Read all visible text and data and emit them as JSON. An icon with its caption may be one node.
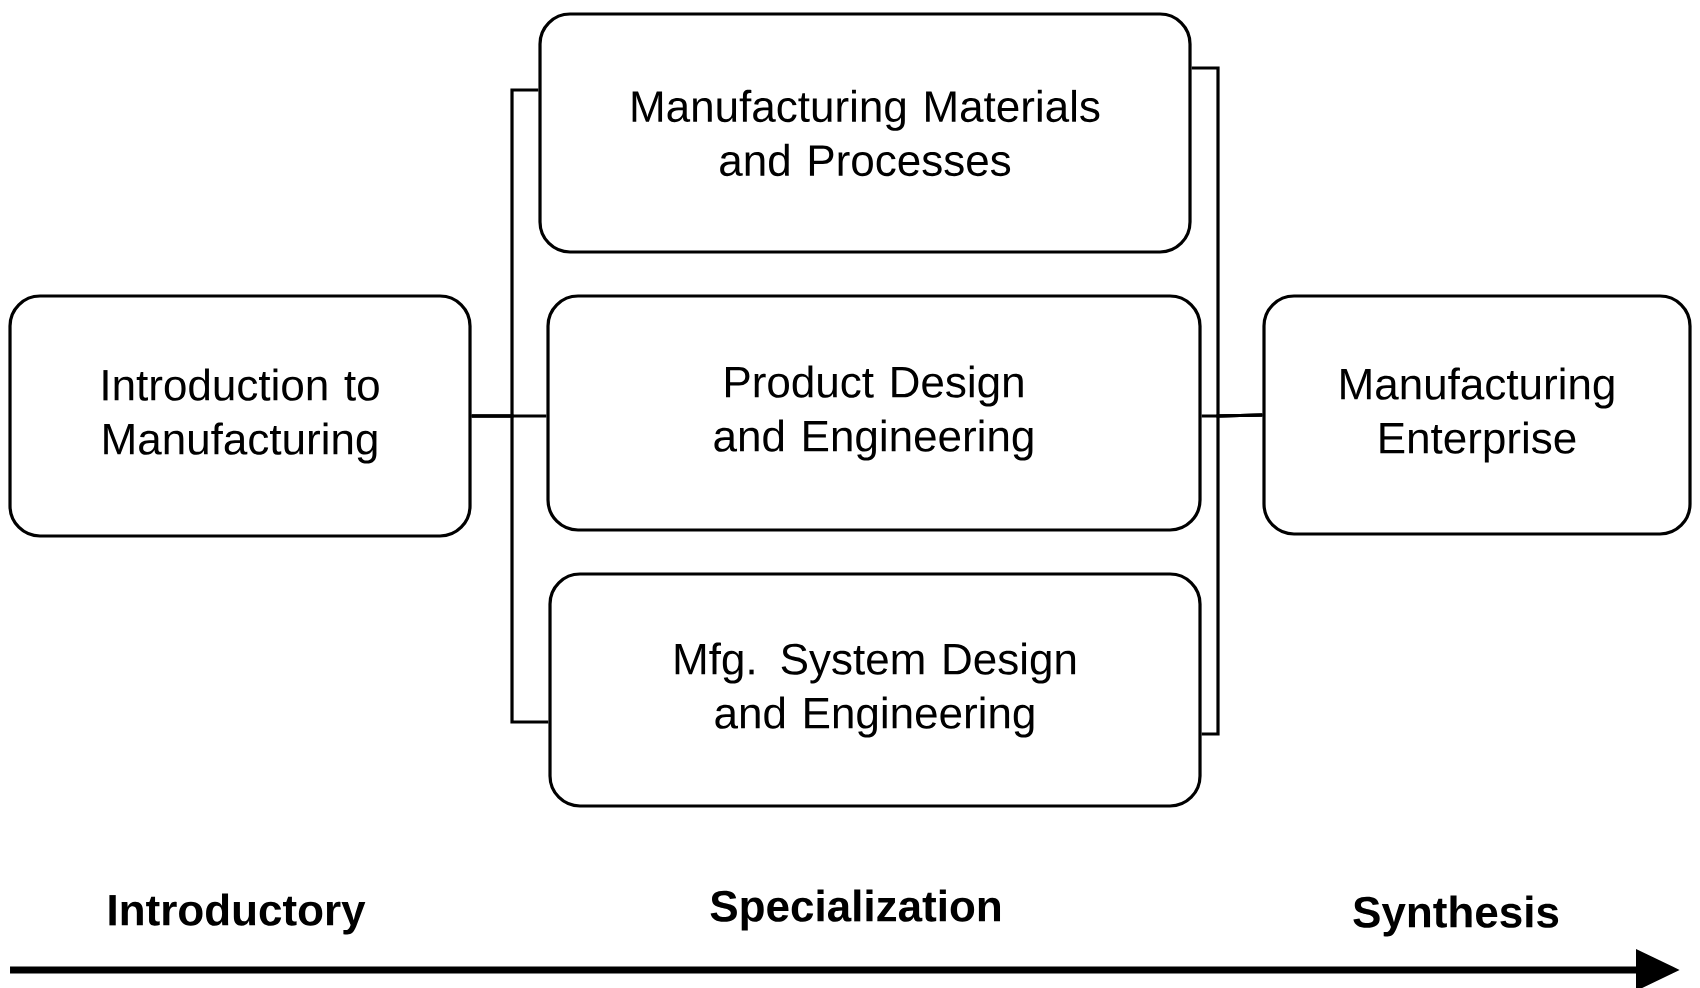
{
  "diagram": {
    "nodes": [
      {
        "text": [
          "Introduction to Manufacturing"
        ]
      },
      {
        "text": [
          "Manufacturing Materials and Processes"
        ]
      },
      {
        "text": [
          "Product Design and Engineering"
        ]
      },
      {
        "text": [
          "Mfg. System Design and Engineering"
        ]
      },
      {
        "text": [
          "Manufacturing Enterprise"
        ]
      }
    ],
    "edges": [
      {
        "from": 0,
        "to": 1,
        "arrow": "none"
      },
      {
        "from": 0,
        "to": 2,
        "arrow": "none"
      },
      {
        "from": 0,
        "to": 3,
        "arrow": "none"
      },
      {
        "from": 1,
        "to": 4,
        "arrow": "none"
      },
      {
        "from": 2,
        "to": 4,
        "arrow": "none"
      },
      {
        "from": 3,
        "to": 4,
        "arrow": "none"
      }
    ],
    "labels": [
      "Introductory",
      "Specialization",
      "Synthesis"
    ]
  }
}
